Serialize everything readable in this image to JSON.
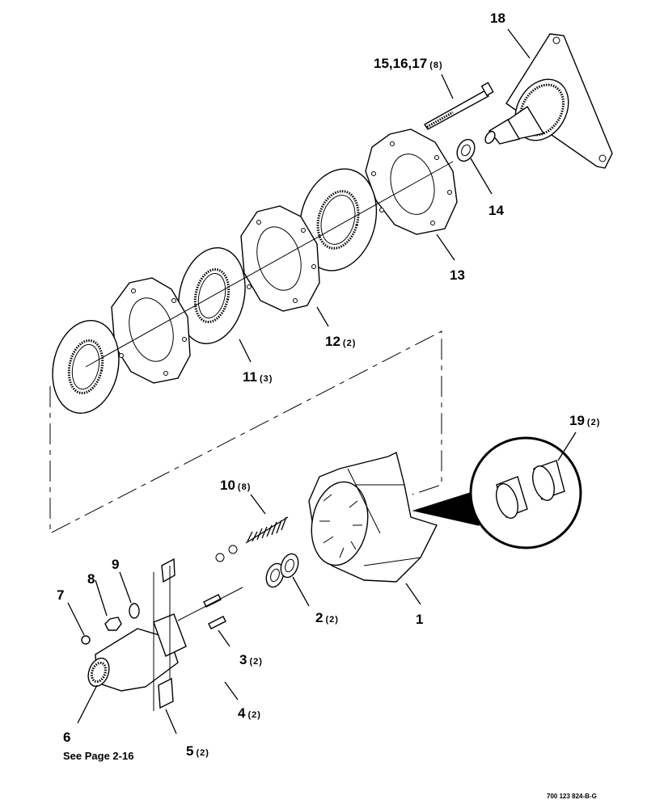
{
  "callouts": [
    {
      "id": "c1",
      "num": "1",
      "qty": ""
    },
    {
      "id": "c2",
      "num": "2",
      "qty": "(2)"
    },
    {
      "id": "c3",
      "num": "3",
      "qty": "(2)"
    },
    {
      "id": "c4",
      "num": "4",
      "qty": "(2)"
    },
    {
      "id": "c5",
      "num": "5",
      "qty": "(2)"
    },
    {
      "id": "c6",
      "num": "6",
      "qty": ""
    },
    {
      "id": "c7",
      "num": "7",
      "qty": ""
    },
    {
      "id": "c8",
      "num": "8",
      "qty": ""
    },
    {
      "id": "c9",
      "num": "9",
      "qty": ""
    },
    {
      "id": "c10",
      "num": "10",
      "qty": "(8)"
    },
    {
      "id": "c11",
      "num": "11",
      "qty": "(3)"
    },
    {
      "id": "c12",
      "num": "12",
      "qty": "(2)"
    },
    {
      "id": "c13",
      "num": "13",
      "qty": ""
    },
    {
      "id": "c14",
      "num": "14",
      "qty": ""
    },
    {
      "id": "c15",
      "num": "15,16,17",
      "qty": "(8)"
    },
    {
      "id": "c18",
      "num": "18",
      "qty": ""
    },
    {
      "id": "c19",
      "num": "19",
      "qty": "(2)"
    }
  ],
  "note": "See Page 2-16",
  "drawing_code": "700 123 824-B-G"
}
